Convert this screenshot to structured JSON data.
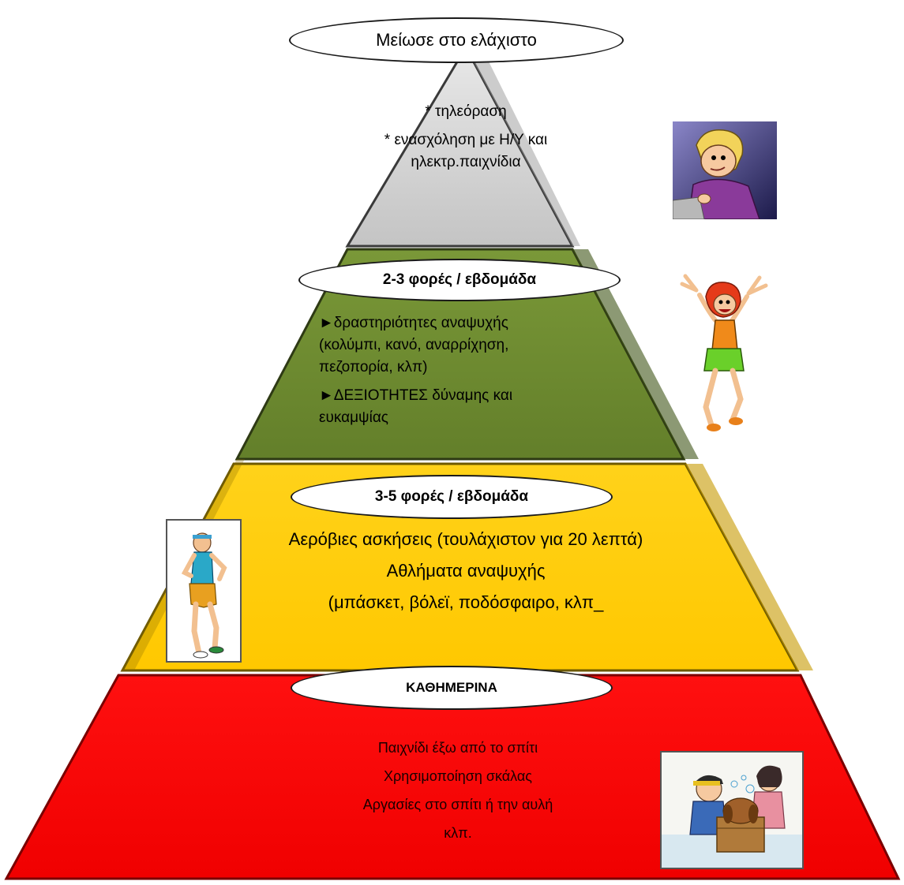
{
  "pyramid": {
    "levels": [
      {
        "id": "top",
        "color": "#c8c8c8",
        "label": "Μείωσε στο ελάχιστο",
        "lines": [
          "* τηλεόραση",
          "* ενασχόληση με Η/Υ και",
          "ηλεκτρ.παιχνίδια"
        ]
      },
      {
        "id": "weekly-2-3",
        "color": "#6b8a2e",
        "label": "2-3 φορές / εβδομάδα",
        "lines": [
          "►δραστηριότητες αναψυχής",
          "(κολύμπι, κανό, αναρρίχηση,",
          "πεζοπορία, κλπ)",
          "►ΔΕΞΙΟΤΗΤΕΣ δύναμης και",
          "ευκαμψίας"
        ]
      },
      {
        "id": "weekly-3-5",
        "color": "#ffcc00",
        "label": "3-5 φορές / εβδομάδα",
        "lines": [
          "Αερόβιες ασκήσεις (τουλάχιστον για 20 λεπτά)",
          "Αθλήματα αναψυχής",
          "(μπάσκετ, βόλεϊ, ποδόσφαιρο, κλπ_"
        ]
      },
      {
        "id": "daily",
        "color": "#ff0000",
        "label": "ΚΑΘΗΜΕΡΙΝΑ",
        "lines": [
          "Παιχνίδι έξω από το σπίτι",
          "Χρησιμοποίηση σκάλας",
          "Αργασίες  στο σπίτι ή την αυλή",
          "κλπ."
        ]
      }
    ]
  }
}
